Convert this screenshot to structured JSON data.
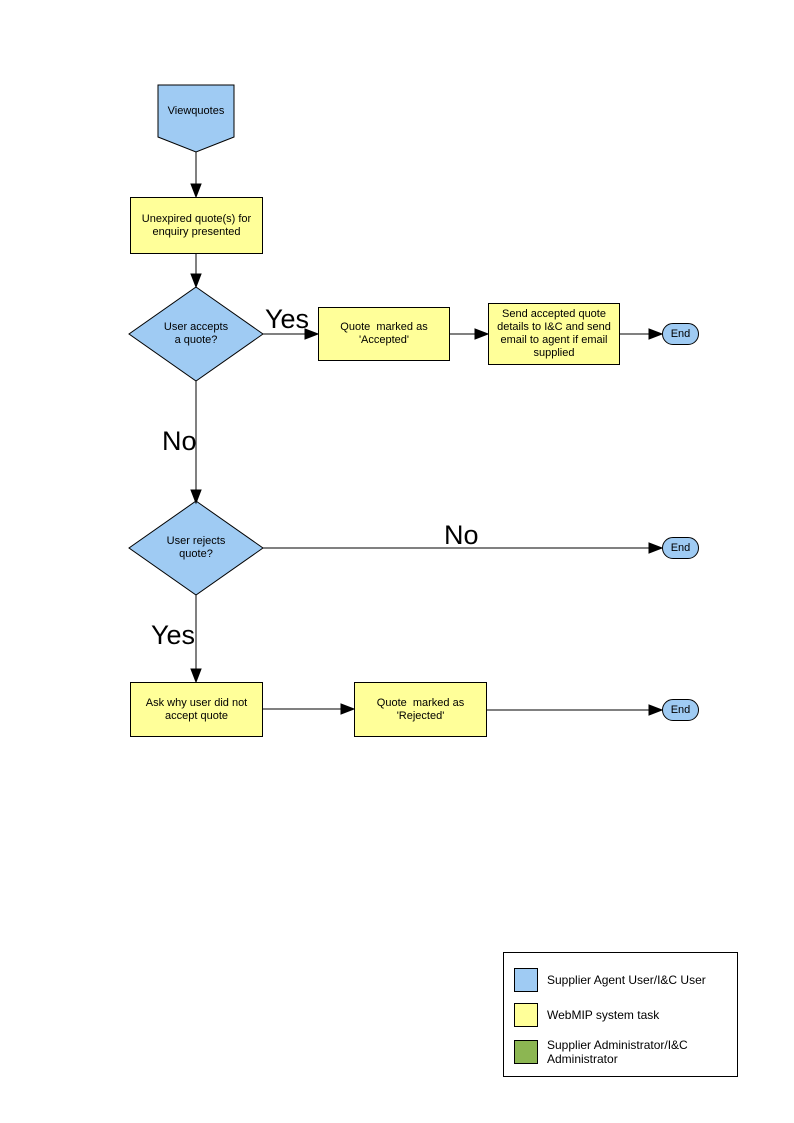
{
  "colors": {
    "actor_blue": "#9FCBF3",
    "task_yellow": "#FFFF99",
    "admin_green": "#8CB652"
  },
  "nodes": {
    "start": {
      "label": "Viewquotes"
    },
    "unexpired": {
      "label": "Unexpired quote(s) for\nenquiry presented"
    },
    "accepts": {
      "label": "User accepts\na quote?"
    },
    "marked_accepted": {
      "label": "Quote  marked as\n'Accepted'"
    },
    "send_details": {
      "label": "Send accepted quote\ndetails to I&C and send\nemail to agent if email\nsupplied"
    },
    "end_accepted": {
      "label": "End"
    },
    "rejects": {
      "label": "User rejects\nquote?"
    },
    "end_not_rejected": {
      "label": "End"
    },
    "ask_why": {
      "label": "Ask why user did not\naccept quote"
    },
    "marked_rejected": {
      "label": "Quote  marked as\n'Rejected'"
    },
    "end_rejected": {
      "label": "End"
    }
  },
  "edge_labels": {
    "accepts_yes": "Yes",
    "accepts_no": "No",
    "rejects_no": "No",
    "rejects_yes": "Yes"
  },
  "legend": {
    "items": [
      {
        "label": "Supplier Agent User/I&C User",
        "color": "#9FCBF3"
      },
      {
        "label": "WebMIP system task",
        "color": "#FFFF99"
      },
      {
        "label": "Supplier Administrator/I&C\nAdministrator",
        "color": "#8CB652"
      }
    ]
  }
}
